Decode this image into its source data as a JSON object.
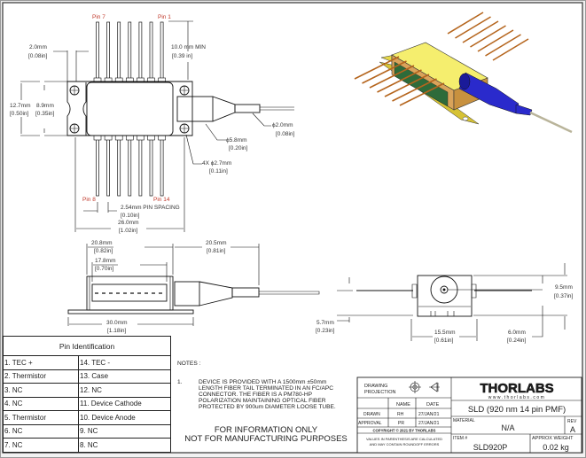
{
  "top_view": {
    "pin_labels": {
      "pin7": "Pin 7",
      "pin1": "Pin 1",
      "pin8": "Pin 8",
      "pin14": "Pin 14"
    },
    "dims": {
      "ear_width": [
        "2.0mm",
        "[0.08in]"
      ],
      "pin_length": [
        "10.0 mm MIN",
        "[0.39 in]"
      ],
      "overall_height": [
        "12.7mm",
        "[0.50in]"
      ],
      "hole_spacing": [
        "8.9mm",
        "[0.35in]"
      ],
      "boot_dia": [
        "ϕ5.8mm",
        "[0.20in]"
      ],
      "hole_dia": [
        "4X ϕ2.7mm",
        "[0.11in]"
      ],
      "fiber_dia": [
        "ϕ2.0mm",
        "[0.08in]"
      ],
      "pin_spacing": [
        "2.54mm PIN SPACING",
        "[0.10in]"
      ],
      "overall_width": [
        "26.0mm",
        "[1.02in]"
      ]
    }
  },
  "side_view": {
    "dims": {
      "body_length": [
        "20.8mm",
        "[0.82in]"
      ],
      "window_length": [
        "17.8mm",
        "[0.70in]"
      ],
      "boot_length": [
        "20.5mm",
        "[0.81in]"
      ],
      "flange_length": [
        "30.0mm",
        "[1.18in]"
      ]
    }
  },
  "end_view": {
    "dims": {
      "height": [
        "9.5mm",
        "[0.37in]"
      ],
      "pin_height": [
        "5.7mm",
        "[0.23in]"
      ],
      "width": [
        "15.5mm",
        "[0.61in]"
      ],
      "fiber_height": [
        "6.0mm",
        "[0.24in]"
      ]
    }
  },
  "colors": {
    "body_top": "#f5ee6e",
    "body_side": "#d9a35a",
    "boot": "#2a2acc",
    "pins": "#b5651d",
    "pin_label": "#c0392b"
  },
  "pin_table": {
    "title": "Pin Identification",
    "rows": [
      [
        "1. TEC +",
        "14. TEC -"
      ],
      [
        "2. Thermistor",
        "13. Case"
      ],
      [
        "3. NC",
        "12. NC"
      ],
      [
        "4. NC",
        "11. Device Cathode"
      ],
      [
        "5. Thermistor",
        "10. Device Anode"
      ],
      [
        "6. NC",
        "9. NC"
      ],
      [
        "7. NC",
        "8. NC"
      ]
    ]
  },
  "notes": {
    "heading": "NOTES :",
    "number": "1.",
    "lines": [
      "DEVICE IS PROVIDED WITH A 1500mm ±50mm",
      "LENGTH FIBER TAIL TERMINATED IN AN FC/APC",
      "CONNECTOR. THE FIBER IS A PM780-HP",
      "POLARIZATION MAINTAINING OPTICAL FIBER",
      "PROTECTED BY 900um DIAMETER LOOSE TUBE."
    ],
    "info_line1": "FOR INFORMATION ONLY",
    "info_line2": "NOT FOR MANUFACTURING PURPOSES"
  },
  "title_block": {
    "drawing_projection": [
      "DRAWING",
      "PROJECTION"
    ],
    "name_header": "NAME",
    "date_header": "DATE",
    "drawn_label": "DRAWN",
    "drawn_name": "RH",
    "drawn_date": "27/JAN/21",
    "approval_label": "APPROVAL",
    "approval_name": "PR",
    "approval_date": "27/JAN/21",
    "copyright": "COPYRIGHT © 2021 BY THORLABS",
    "disclaimer": [
      "VALUES IN PARENTHESIS ARE CALCULATED",
      "AND MAY CONTAIN ROUNDOFF ERRORS"
    ],
    "logo": "THORLABS",
    "website": "www.thorlabs.com",
    "title": "SLD (920 nm 14 pin PMF)",
    "material_label": "MATERIAL",
    "material": "N/A",
    "rev_label": "REV",
    "rev": "A",
    "item_label": "ITEM #",
    "item": "SLD920P",
    "weight_label": "APPROX WEIGHT",
    "weight": "0.02 kg"
  }
}
